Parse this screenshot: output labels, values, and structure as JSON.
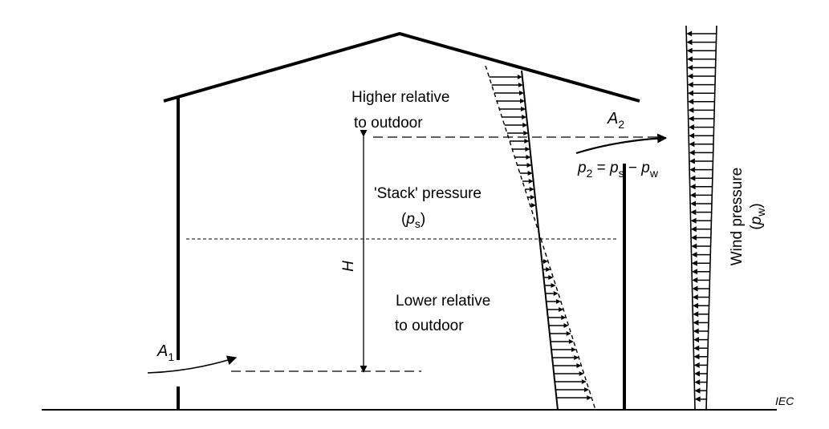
{
  "labels": {
    "higher_line1": "Higher relative",
    "higher_line2": "to outdoor",
    "lower_line1": "Lower relative",
    "lower_line2": "to outdoor",
    "stack_text": "'Stack' pressure",
    "ps_open": "(",
    "ps_var": "p",
    "ps_sub": "s",
    "ps_close": ")",
    "height_symbol": "H",
    "a1_var": "A",
    "a1_sub": "1",
    "a2_var": "A",
    "a2_sub": "2",
    "p2_var": "p",
    "p2_sub": "2",
    "p2_eq": " = ",
    "p2_ps_var": "p",
    "p2_ps_sub": "s",
    "p2_minus": " − ",
    "p2_pw_var": "p",
    "p2_pw_sub": "w",
    "wind_text": "Wind pressure",
    "pw_open": "(",
    "pw_var": "p",
    "pw_sub": "w",
    "pw_close": ")",
    "watermark": "IEC"
  }
}
